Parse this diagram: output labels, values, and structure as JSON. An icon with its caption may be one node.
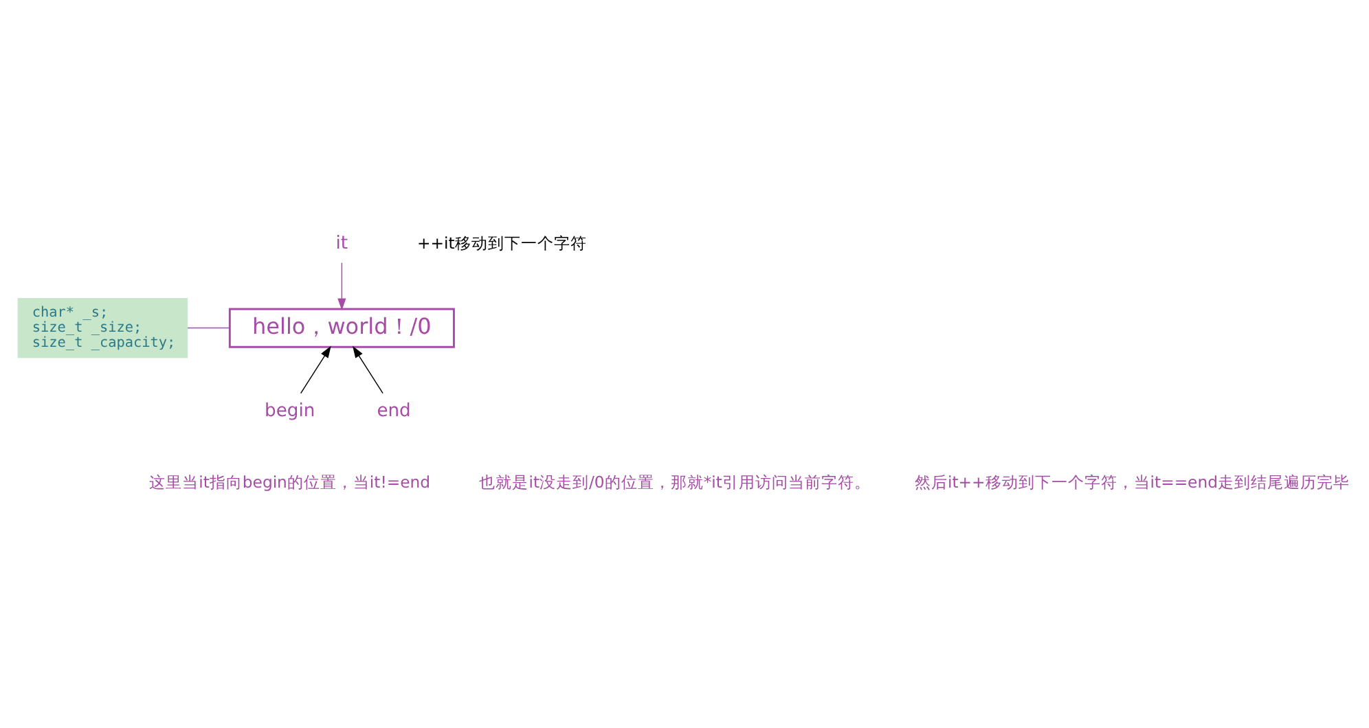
{
  "diagram": {
    "nodes": [
      {
        "text": [
          "char* _s;",
          "size_t _size;",
          "size_t _capacity;"
        ]
      },
      {
        "text": [
          "hello，world！/0"
        ]
      },
      {
        "text": [
          "it"
        ]
      },
      {
        "text": [
          "begin"
        ]
      },
      {
        "text": [
          "end"
        ]
      }
    ],
    "edges": [
      {
        "from": 0,
        "to": 1,
        "arrow": "none",
        "color": "#a64ca6"
      },
      {
        "from": 2,
        "to": 1,
        "arrow": "to",
        "color": "#a64ca6"
      },
      {
        "from": 3,
        "to": 1,
        "arrow": "to",
        "color": "#000000"
      },
      {
        "from": 4,
        "to": 1,
        "arrow": "to",
        "color": "#000000"
      }
    ],
    "labels": [
      "++it移动到下一个字符",
      "这里当it指向begin的位置，当it!=end",
      "也就是it没走到/0的位置，那就*it引用访问当前字符。",
      "然后it++移动到下一个字符，当it==end走到结尾遍历完毕"
    ]
  }
}
